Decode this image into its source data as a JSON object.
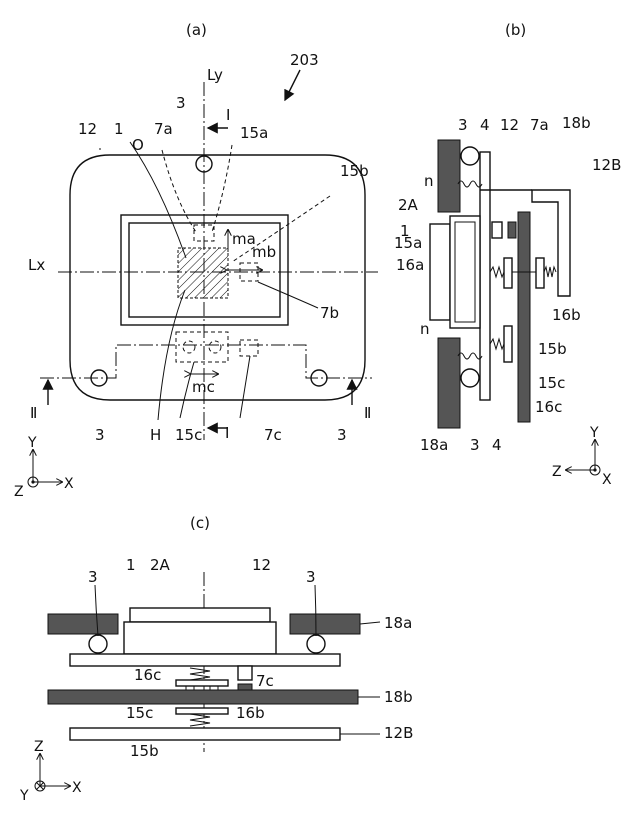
{
  "captions": {
    "a": "(a)",
    "b": "(b)",
    "c": "(c)"
  },
  "figure_number": "203",
  "labels_a": {
    "Ly": "Ly",
    "Lx": "Lx",
    "O": "O",
    "H": "H",
    "I_top": "I",
    "I_bottom": "I",
    "II_left": "Ⅱ",
    "II_right": "Ⅱ",
    "n3_top": "3",
    "n3_bl": "3",
    "n3_br": "3",
    "n12": "12",
    "n1": "1",
    "n7a": "7a",
    "n15a": "15a",
    "n15b": "15b",
    "ma": "ma",
    "mb": "mb",
    "mc": "mc",
    "n7b": "7b",
    "n15c": "15c",
    "n7c": "7c"
  },
  "labels_b": {
    "n3_top": "3",
    "n4_top": "4",
    "n12": "12",
    "n7a": "7a",
    "n18b": "18b",
    "n12B": "12B",
    "n_top": "n",
    "n2A": "2A",
    "n1": "1",
    "n15a": "15a",
    "n16a": "16a",
    "n16b": "16b",
    "n_bottom": "n",
    "n15b": "15b",
    "n15c": "15c",
    "n16c": "16c",
    "n18a": "18a",
    "n3_bottom": "3",
    "n4_bottom": "4"
  },
  "labels_c": {
    "n3_left": "3",
    "n1": "1",
    "n2A": "2A",
    "n12": "12",
    "n3_right": "3",
    "n18a": "18a",
    "n16c": "16c",
    "n7c": "7c",
    "n18b": "18b",
    "n15c": "15c",
    "n16b": "16b",
    "n12B": "12B",
    "n15b": "15b"
  },
  "axes": {
    "a": {
      "up": "Y",
      "right": "X",
      "out": "Z"
    },
    "b": {
      "up": "Y",
      "left": "Z",
      "out": "X"
    },
    "c": {
      "up": "Z",
      "right": "X",
      "in": "Y"
    }
  }
}
